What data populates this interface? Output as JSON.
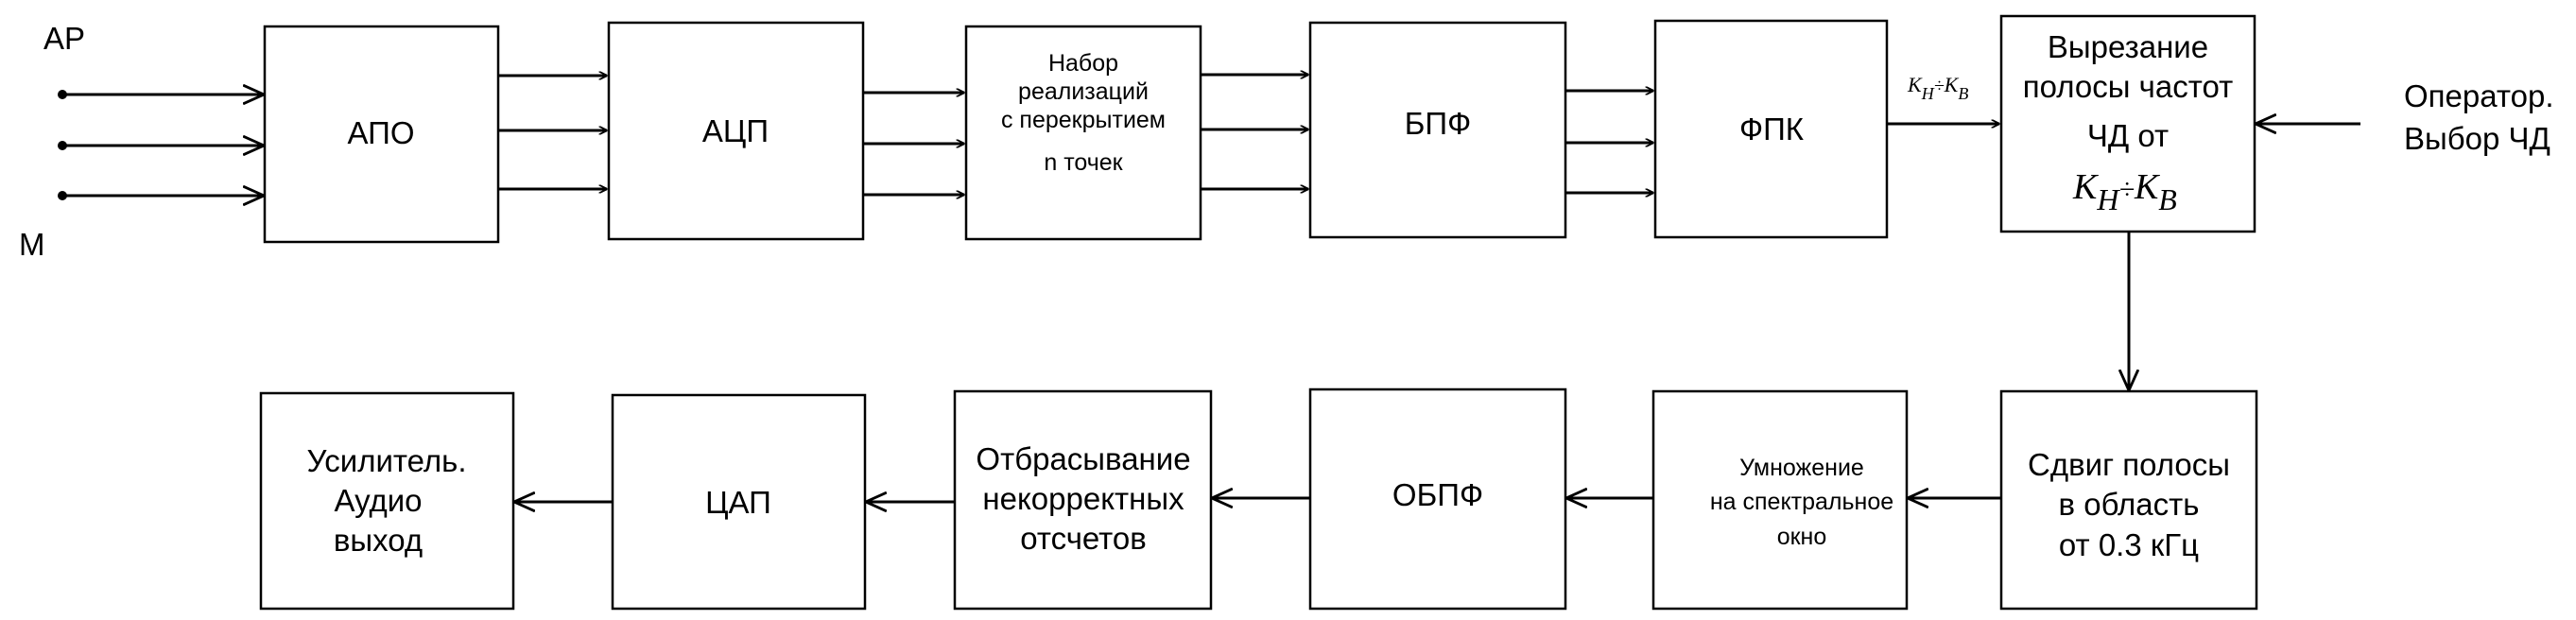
{
  "inputs": {
    "top_label": "АР",
    "bottom_label": "М"
  },
  "blocks": {
    "apo": "АПО",
    "adc": "АЦП",
    "frames": [
      "Набор",
      "реализаций",
      "с перекрытием",
      "n точек"
    ],
    "fft": "БПФ",
    "fpk": "ФПК",
    "cut": [
      "Вырезание",
      "полосы частот",
      "ЧД от"
    ],
    "shift": [
      "Сдвиг полосы",
      "в область",
      "от 0.3 кГц"
    ],
    "multiply": [
      "Умножение",
      "на спектральное",
      "окно"
    ],
    "ifft": "ОБПФ",
    "discard": [
      "Отбрасывание",
      "некорректных",
      "отсчетов"
    ],
    "dac": "ЦАП",
    "amp": [
      "Усилитель.",
      "Аудио",
      "выход"
    ]
  },
  "formula": {
    "k": "K",
    "sub_low": "H",
    "div": "÷",
    "sub_high": "B"
  },
  "operator": [
    "Оператор.",
    "Выбор ЧД"
  ]
}
